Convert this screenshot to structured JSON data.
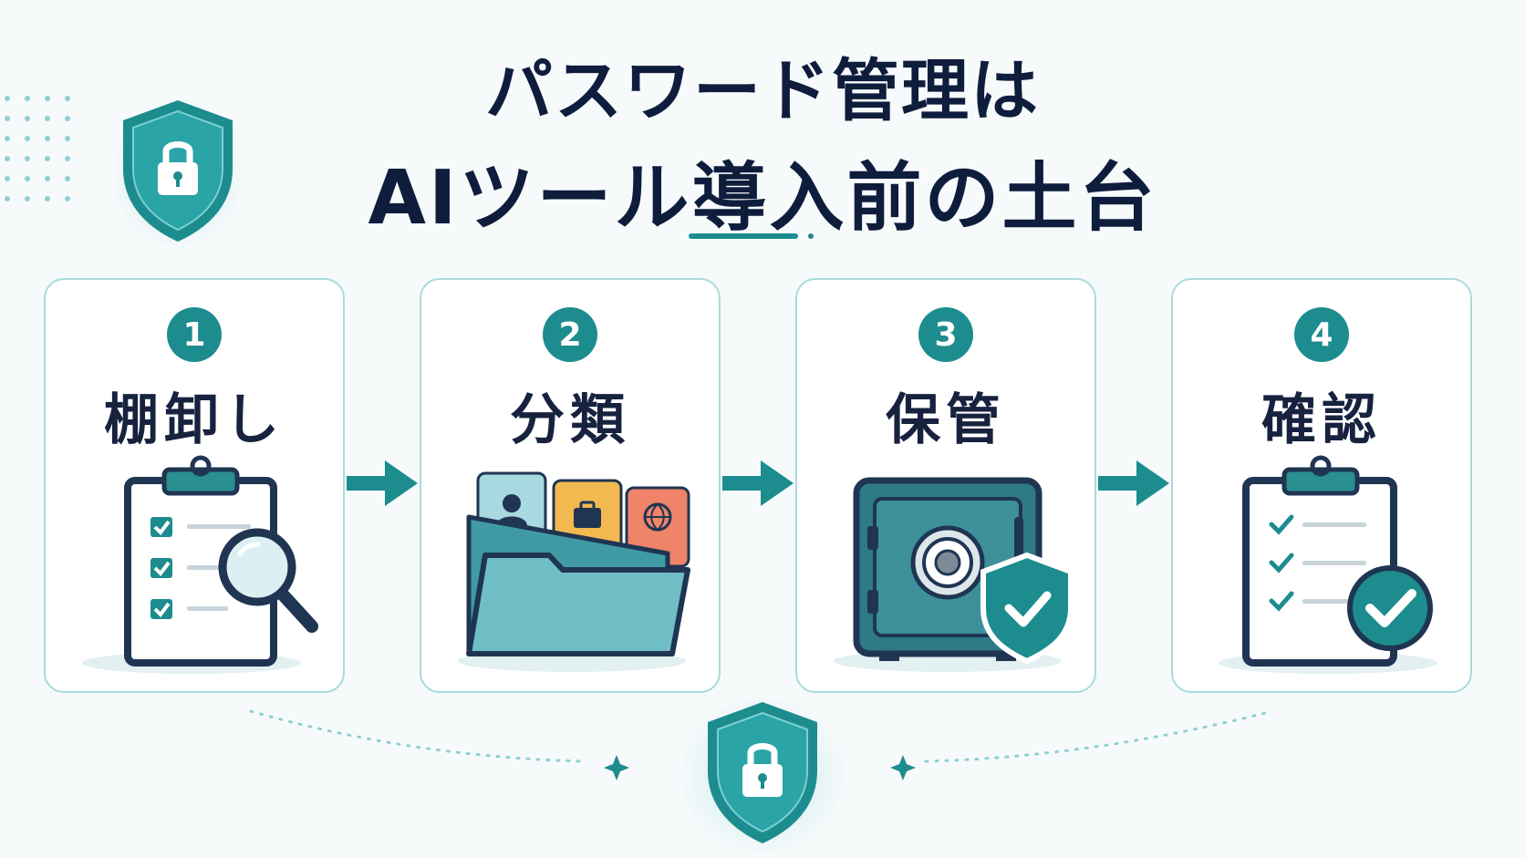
{
  "header": {
    "title_line1": "パスワード管理は",
    "title_line2": "AIツール導入前の土台"
  },
  "steps": [
    {
      "number": "1",
      "label": "棚卸し"
    },
    {
      "number": "2",
      "label": "分類"
    },
    {
      "number": "3",
      "label": "保管"
    },
    {
      "number": "4",
      "label": "確認"
    }
  ],
  "icons": {
    "header_shield": "shield-lock-icon",
    "step1": "clipboard-magnifier-icon",
    "step2": "folder-with-cards-icon",
    "step3": "safe-with-shield-icon",
    "step4": "clipboard-check-icon",
    "connector": "arrow-right-icon",
    "bottom_shield": "shield-lock-icon"
  },
  "colors": {
    "accent": "#1d8c8f",
    "accent_light": "#a9dbdc",
    "title": "#0f1d3d",
    "navy": "#1f3552"
  }
}
